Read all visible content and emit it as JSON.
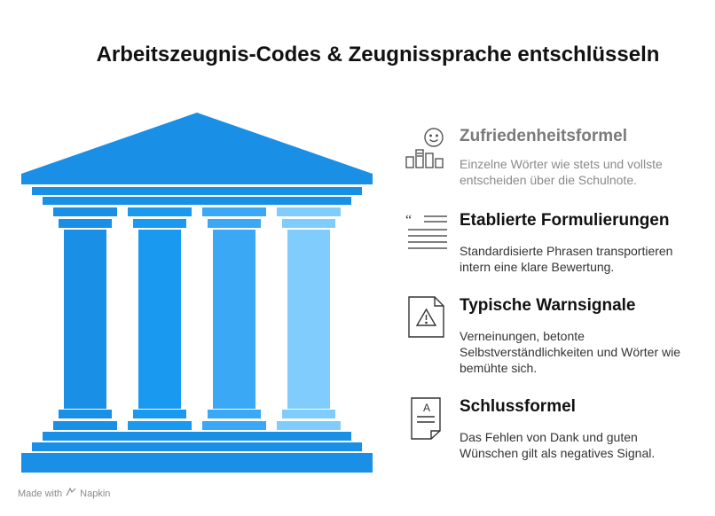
{
  "title": "Arbeitszeugnis-Codes & Zeugnissprache entschlüsseln",
  "items": [
    {
      "heading": "Zufriedenheitsformel",
      "description": "Einzelne Wörter wie stets und vollste entscheiden über die Schulnote.",
      "icon": "smiley-rating-icon"
    },
    {
      "heading": "Etablierte Formulierungen",
      "description": "Standardisierte Phrasen transportieren intern eine klare Bewertung.",
      "icon": "quote-lines-icon"
    },
    {
      "heading": "Typische Warnsignale",
      "description": "Verneinungen, betonte Selbstverständlichkeiten und Wörter wie bemühte sich.",
      "icon": "warning-document-icon"
    },
    {
      "heading": "Schlussformel",
      "description": "Das Fehlen von Dank und guten Wünschen gilt als negatives Signal.",
      "icon": "signed-document-icon"
    }
  ],
  "footer": {
    "made_with": "Made with",
    "brand": "Napkin"
  },
  "colors": {
    "roof": "#1a8fe6",
    "column_1": "#1a8fe6",
    "column_2": "#1999f0",
    "column_3": "#3aa8f5",
    "column_4": "#80cdfd",
    "base": "#1a8fe6"
  }
}
